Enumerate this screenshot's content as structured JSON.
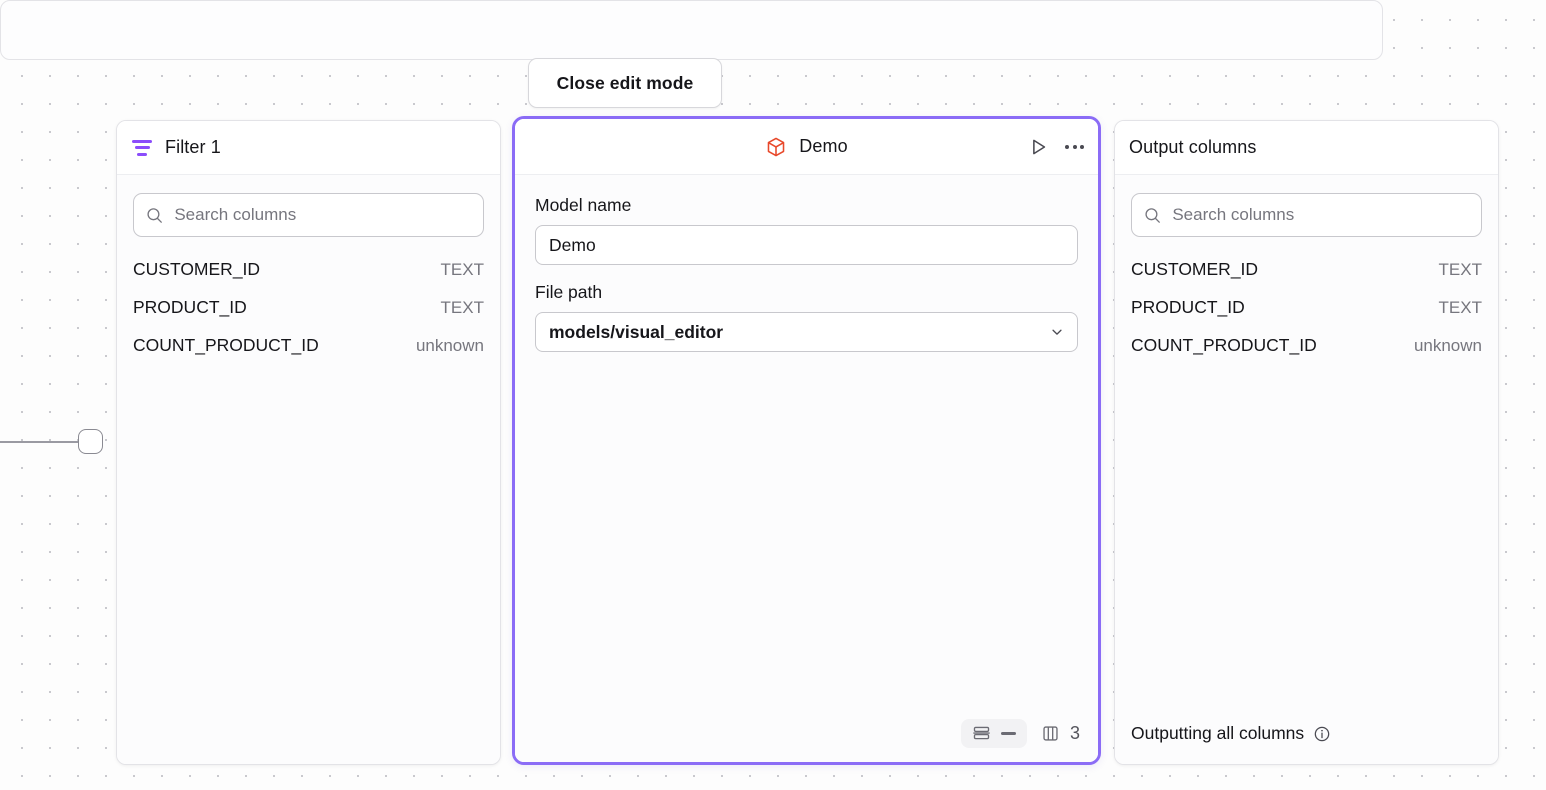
{
  "toolbar": {
    "close_edit_mode_label": "Close edit mode"
  },
  "filter_node": {
    "title": "Filter 1",
    "icon": "filter-icon",
    "search": {
      "placeholder": "Search columns",
      "value": "",
      "icon": "search-icon"
    },
    "columns": [
      {
        "name": "CUSTOMER_ID",
        "type": "TEXT"
      },
      {
        "name": "PRODUCT_ID",
        "type": "TEXT"
      },
      {
        "name": "COUNT_PRODUCT_ID",
        "type": "unknown"
      }
    ]
  },
  "demo_node": {
    "title": "Demo",
    "icon": "cube-icon",
    "icon_color": "#e8492b",
    "selected_border_color": "#8b6cf6",
    "actions": [
      {
        "name": "run-button",
        "icon": "play-icon"
      },
      {
        "name": "more-options-button",
        "icon": "ellipsis-icon"
      }
    ],
    "fields": [
      {
        "label": "Model name",
        "type": "text",
        "value": "Demo"
      },
      {
        "label": "File path",
        "type": "select",
        "value": "models/visual_editor",
        "icon": "chevron-down-icon"
      }
    ],
    "footer": {
      "rows_icon": "rows-icon",
      "rows_value": "—",
      "columns_icon": "columns-icon",
      "columns_count": "3"
    }
  },
  "output_node": {
    "title": "Output columns",
    "search": {
      "placeholder": "Search columns",
      "value": "",
      "icon": "search-icon"
    },
    "columns": [
      {
        "name": "CUSTOMER_ID",
        "type": "TEXT"
      },
      {
        "name": "PRODUCT_ID",
        "type": "TEXT"
      },
      {
        "name": "COUNT_PRODUCT_ID",
        "type": "unknown"
      }
    ],
    "footer": {
      "text": "Outputting all columns",
      "icon": "info-icon"
    }
  },
  "canvas": {
    "background_color": "#fdfdfd",
    "dot_color": "#c9c9ce",
    "edge_handle": "connection-handle"
  }
}
